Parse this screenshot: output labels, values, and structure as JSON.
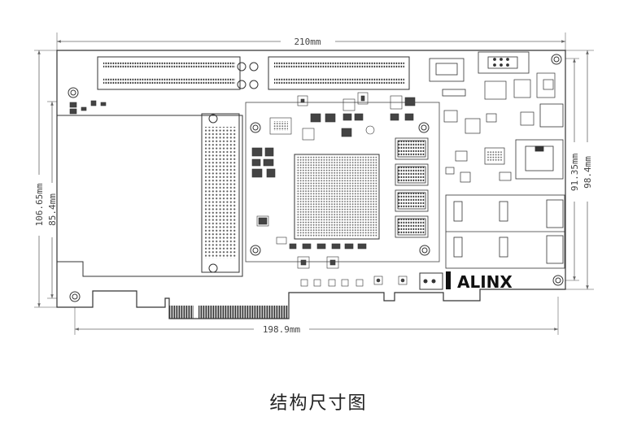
{
  "dimensions": {
    "top_width": "210mm",
    "bottom_width": "198.9mm",
    "left_outer_height": "106.65mm",
    "left_inner_height": "85.4mm",
    "right_inner_height": "91.35mm",
    "right_outer_height": "98.4mm"
  },
  "labels": {
    "brand": "ALINX",
    "caption": "结构尺寸图"
  },
  "colors": {
    "line": "#333333",
    "dimension": "#666666",
    "background": "#ffffff"
  }
}
